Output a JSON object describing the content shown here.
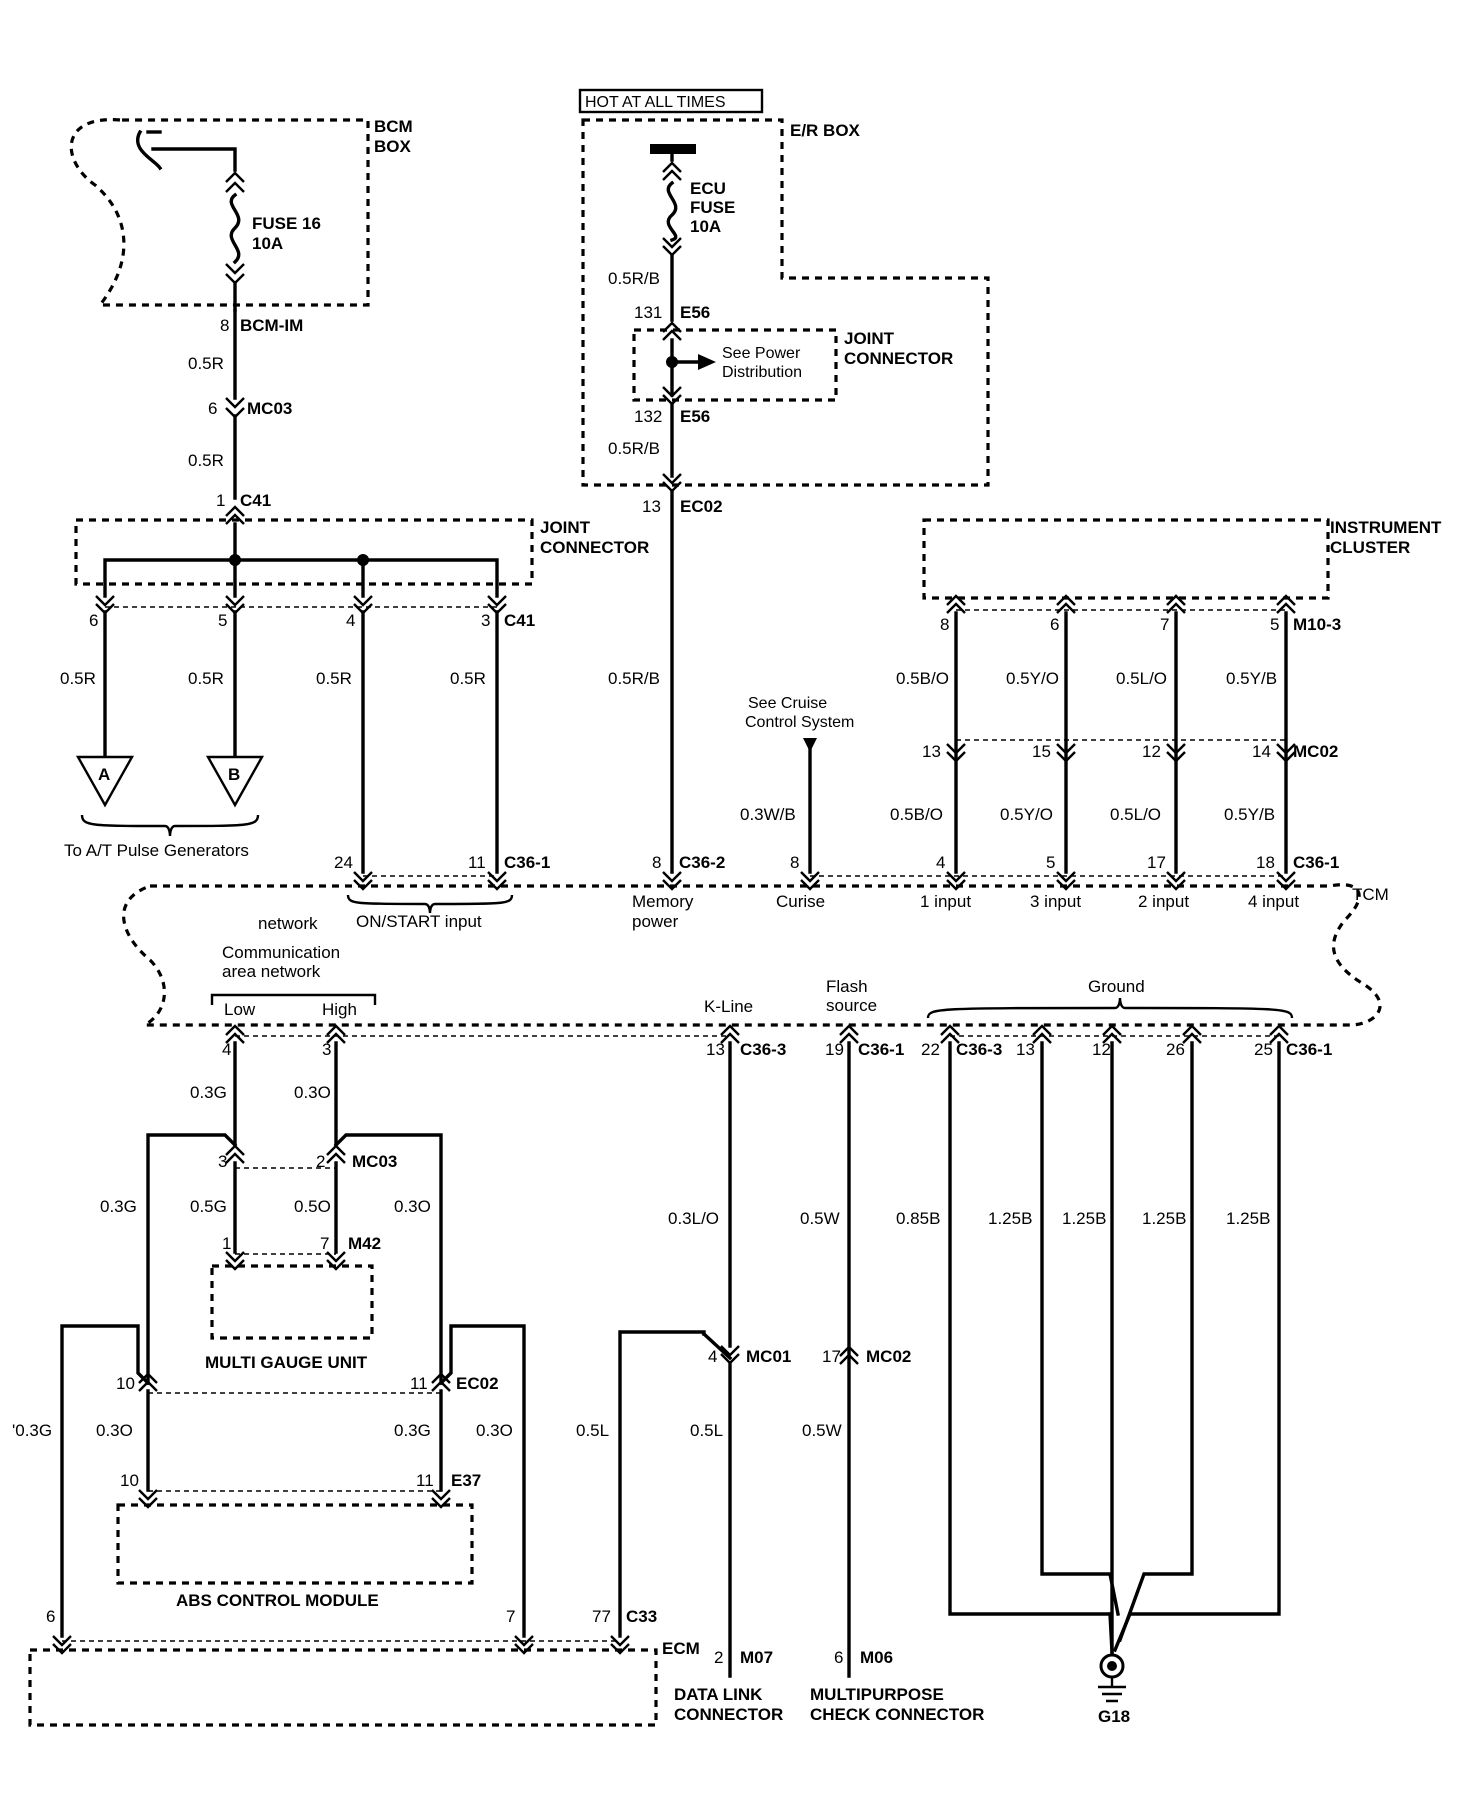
{
  "boxes": {
    "hot": "HOT AT ALL TIMES",
    "bcm_box": [
      "BCM",
      "BOX"
    ],
    "er_box": "E/R BOX",
    "fuse16": [
      "FUSE 16",
      "10A"
    ],
    "ecu_fuse": [
      "ECU",
      "FUSE",
      "10A"
    ],
    "joint_connector": [
      "JOINT",
      "CONNECTOR"
    ],
    "see_power": [
      "See Power",
      "Distribution"
    ],
    "instrument_cluster": [
      "INSTRUMENT",
      "CLUSTER"
    ],
    "tcm": "TCM",
    "multi_gauge": "MULTI GAUGE UNIT",
    "abs": "ABS CONTROL MODULE",
    "ecm": "ECM",
    "data_link": [
      "DATA LINK",
      "CONNECTOR"
    ],
    "multipurpose": [
      "MULTIPURPOSE",
      "CHECK CONNECTOR"
    ],
    "ground_sym": "G18"
  },
  "connectors": {
    "bcm_im": "BCM-IM",
    "mc03": "MC03",
    "c41": "C41",
    "e56": "E56",
    "ec02": "EC02",
    "m10_3": "M10-3",
    "mc02": "MC02",
    "c36_1": "C36-1",
    "c36_2": "C36-2",
    "c36_3": "C36-3",
    "m42": "M42",
    "e37": "E37",
    "mc01": "MC01",
    "c33": "C33",
    "m07": "M07",
    "m06": "M06"
  },
  "wires": {
    "r05": "0.5R",
    "rb05": "0.5R/B",
    "bo05": "0.5B/O",
    "yo05": "0.5Y/O",
    "lo05": "0.5L/O",
    "yb05": "0.5Y/B",
    "wb03": "0.3W/B",
    "g03": "0.3G",
    "o03": "0.3O",
    "g05": "0.5G",
    "o05": "0.5O",
    "lo03": "0.3L/O",
    "w05": "0.5W",
    "b085": "0.85B",
    "b125": "1.25B",
    "l05": "0.5L",
    "g03b": "'0.3G"
  },
  "labels": {
    "to_at": "To A/T Pulse Generators",
    "see_cruise": [
      "See Cruise",
      "Control System"
    ],
    "on_start": "ON/START input",
    "memory": [
      "Memory",
      "power"
    ],
    "curise": "Curise",
    "in1": "1 input",
    "in3": "3 input",
    "in2": "2 input",
    "in4": "4 input",
    "network": "network",
    "comm": [
      "Communication",
      "area network"
    ],
    "low": "Low",
    "high": "High",
    "kline": "K-Line",
    "flash": [
      "Flash",
      "source"
    ],
    "ground": "Ground",
    "a": "A",
    "b": "B"
  },
  "pins": {
    "p8": "8",
    "p6": "6",
    "p1": "1",
    "p5": "5",
    "p4": "4",
    "p3": "3",
    "p131": "131",
    "p132": "132",
    "p13": "13",
    "p7": "7",
    "p15": "15",
    "p12": "12",
    "p14": "14",
    "p24": "24",
    "p11": "11",
    "p17": "17",
    "p18": "18",
    "p19": "19",
    "p22": "22",
    "p26": "26",
    "p25": "25",
    "p2": "2",
    "p10": "10",
    "p77": "77"
  }
}
